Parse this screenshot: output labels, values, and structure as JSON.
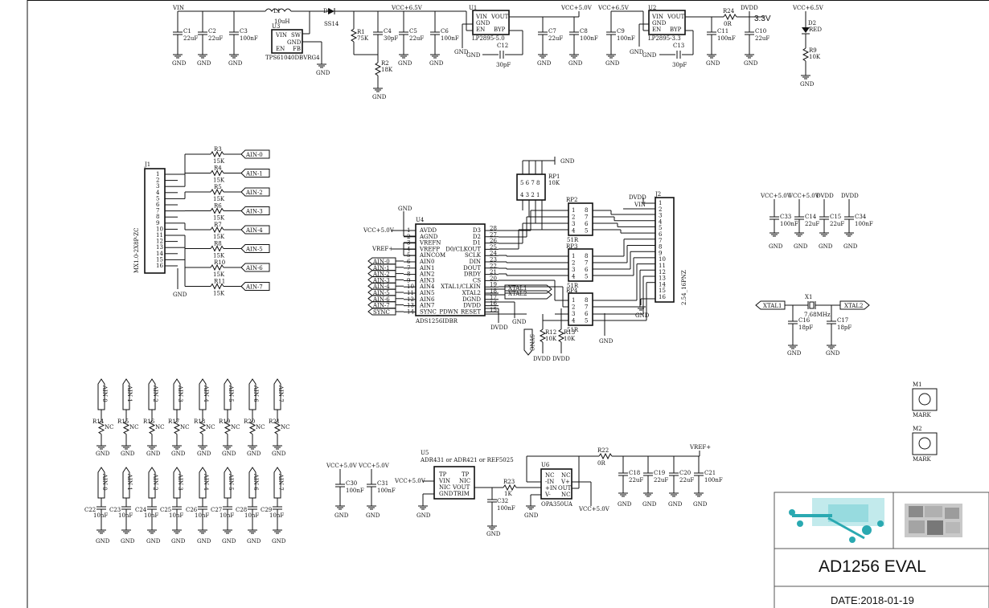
{
  "title_block": {
    "board_name": "AD1256 EVAL",
    "date": "DATE:2018-01-19"
  },
  "power": {
    "vin": "VIN",
    "l1": {
      "ref": "L1",
      "value": "10uH"
    },
    "d1": {
      "ref": "D1",
      "value": "SS14"
    },
    "u3": {
      "ref": "U3",
      "part": "TPS61040DBVRG4",
      "pins": [
        "VIN",
        "SW",
        "GND",
        "EN",
        "FB"
      ]
    },
    "caps": [
      {
        "ref": "C1",
        "value": "22uF"
      },
      {
        "ref": "C2",
        "value": "22uF"
      },
      {
        "ref": "C3",
        "value": "100nF"
      },
      {
        "ref": "C4",
        "value": "30pF"
      },
      {
        "ref": "C5",
        "value": "22uF"
      },
      {
        "ref": "C6",
        "value": "100nF"
      },
      {
        "ref": "C7",
        "value": "22uF"
      },
      {
        "ref": "C8",
        "value": "100nF"
      },
      {
        "ref": "C9",
        "value": "100nF"
      },
      {
        "ref": "C11",
        "value": "100nF"
      },
      {
        "ref": "C10",
        "value": "22uF"
      }
    ],
    "r1": {
      "ref": "R1",
      "value": "75K"
    },
    "r2": {
      "ref": "R2",
      "value": "18K"
    },
    "vcc65": "VCC+6.5V",
    "vcc50": "VCC+5.0V",
    "u1": {
      "ref": "U1",
      "part": "LP2895-5.0",
      "pins": [
        "VIN",
        "VOUT",
        "GND",
        "EN",
        "BYP"
      ]
    },
    "u2": {
      "ref": "U2",
      "part": "LP2895-3.3",
      "pins": [
        "VIN",
        "VOUT",
        "GND",
        "EN",
        "BYP"
      ]
    },
    "c12": {
      "ref": "C12",
      "value": "30pF"
    },
    "c13": {
      "ref": "C13",
      "value": "30pF"
    },
    "r24": {
      "ref": "R24",
      "value": "0R"
    },
    "dvdd": "DVDD",
    "v33": "3.3V",
    "d2": {
      "ref": "D2",
      "value": "RED"
    },
    "r9": {
      "ref": "R9",
      "value": "10K"
    },
    "gnd": "GND"
  },
  "j1": {
    "ref": "J1",
    "part": "MX1.0-2X8P-ZC",
    "pins": [
      "1",
      "2",
      "3",
      "4",
      "5",
      "6",
      "7",
      "8",
      "9",
      "10",
      "11",
      "12",
      "13",
      "14",
      "15",
      "16"
    ],
    "resistors": [
      {
        "ref": "R3",
        "value": "15K",
        "net": "AIN-0"
      },
      {
        "ref": "R4",
        "value": "15K",
        "net": "AIN-1"
      },
      {
        "ref": "R5",
        "value": "15K",
        "net": "AIN-2"
      },
      {
        "ref": "R6",
        "value": "15K",
        "net": "AIN-3"
      },
      {
        "ref": "R7",
        "value": "15K",
        "net": "AIN-4"
      },
      {
        "ref": "R8",
        "value": "15K",
        "net": "AIN-5"
      },
      {
        "ref": "R10",
        "value": "15K",
        "net": "AIN-6"
      },
      {
        "ref": "R11",
        "value": "15K",
        "net": "AIN-7"
      }
    ]
  },
  "u4": {
    "ref": "U4",
    "part": "ADS1256IDBR",
    "left_pins": [
      {
        "n": "1",
        "name": "AVDD"
      },
      {
        "n": "2",
        "name": "AGND"
      },
      {
        "n": "3",
        "name": "VREFN"
      },
      {
        "n": "4",
        "name": "VREFP"
      },
      {
        "n": "5",
        "name": "AINCOM"
      },
      {
        "n": "6",
        "name": "AIN0"
      },
      {
        "n": "7",
        "name": "AIN1"
      },
      {
        "n": "8",
        "name": "AIN2"
      },
      {
        "n": "9",
        "name": "AIN3"
      },
      {
        "n": "10",
        "name": "AIN4"
      },
      {
        "n": "11",
        "name": "AIN5"
      },
      {
        "n": "12",
        "name": "AIN6"
      },
      {
        "n": "13",
        "name": "AIN7"
      },
      {
        "n": "14",
        "name": "SYNC_PDWN"
      }
    ],
    "right_pins": [
      {
        "n": "28",
        "name": "D3"
      },
      {
        "n": "27",
        "name": "D2"
      },
      {
        "n": "26",
        "name": "D1"
      },
      {
        "n": "25",
        "name": "D0/CLKOUT"
      },
      {
        "n": "24",
        "name": "SCLK"
      },
      {
        "n": "23",
        "name": "DIN"
      },
      {
        "n": "22",
        "name": "DOUT"
      },
      {
        "n": "21",
        "name": "DRDY"
      },
      {
        "n": "20",
        "name": "CS"
      },
      {
        "n": "19",
        "name": "XTAL1/CLKIN"
      },
      {
        "n": "18",
        "name": "XTAL2"
      },
      {
        "n": "17",
        "name": "DGND"
      },
      {
        "n": "16",
        "name": "DVDD"
      },
      {
        "n": "15",
        "name": "RESET"
      }
    ],
    "ain_nets": [
      "AIN-0",
      "AIN-1",
      "AIN-2",
      "AIN-3",
      "AIN-4",
      "AIN-5",
      "AIN-6",
      "AIN-7"
    ],
    "sync_net": "SYNC",
    "vref_net": "VREF+",
    "xtal1": "XTAL1",
    "xtal2": "XTAL2"
  },
  "rp": {
    "rp1": {
      "ref": "RP1",
      "value": "10K"
    },
    "rp2": {
      "ref": "RP2",
      "value": "51R"
    },
    "rp3": {
      "ref": "RP3",
      "value": "51R"
    },
    "rp4": {
      "ref": "RP4",
      "value": "51R"
    },
    "r12": {
      "ref": "R12",
      "value": "10K"
    },
    "r13": {
      "ref": "R13",
      "value": "10K"
    },
    "sync_net": "SYNC"
  },
  "j2": {
    "ref": "J2",
    "part": "2.54_16PNZ",
    "pins": [
      "1",
      "2",
      "3",
      "4",
      "5",
      "6",
      "7",
      "8",
      "9",
      "10",
      "11",
      "12",
      "13",
      "14",
      "15",
      "16"
    ],
    "nets": [
      "DVDD",
      "VIN"
    ]
  },
  "decoupling": {
    "labels": [
      "VCC+5.0V",
      "VCC+5.0V",
      "DVDD",
      "DVDD"
    ],
    "caps": [
      {
        "ref": "C33",
        "value": "100nF"
      },
      {
        "ref": "C14",
        "value": "22uF"
      },
      {
        "ref": "C15",
        "value": "22uF"
      },
      {
        "ref": "C34",
        "value": "100nF"
      }
    ]
  },
  "crystal": {
    "ref": "X1",
    "value": "7.68MHz",
    "c16": {
      "ref": "C16",
      "value": "18pF"
    },
    "c17": {
      "ref": "C17",
      "value": "18pF"
    }
  },
  "mark": [
    {
      "ref": "M1",
      "label": "MARK"
    },
    {
      "ref": "M2",
      "label": "MARK"
    }
  ],
  "ain_nc": {
    "nets": [
      "AIN-0",
      "AIN-1",
      "AIN-2",
      "AIN-3",
      "AIN-4",
      "AIN-5",
      "AIN-6",
      "AIN-7"
    ],
    "resistors": [
      "R14",
      "R15",
      "R16",
      "R17",
      "R18",
      "R19",
      "R20",
      "R21"
    ],
    "r_value": "NC",
    "caps": [
      "C22",
      "C23",
      "C24",
      "C25",
      "C26",
      "C27",
      "C28",
      "C29"
    ],
    "c_value": "10nF"
  },
  "vref": {
    "u5": {
      "ref": "U5",
      "note": "ADR431 or ADR421 or REF5025",
      "pins": [
        "TP",
        "TP",
        "VIN",
        "NIC",
        "NIC",
        "VOUT",
        "GND",
        "TRIM"
      ]
    },
    "u6": {
      "ref": "U6",
      "part": "OPA350UA",
      "pins": [
        "NC",
        "NC",
        "-IN",
        "V+",
        "+IN",
        "OUT",
        "V-",
        "NC"
      ]
    },
    "c30": {
      "ref": "C30",
      "value": "100nF"
    },
    "c31": {
      "ref": "C31",
      "value": "100nF"
    },
    "c32": {
      "ref": "C32",
      "value": "100nF"
    },
    "r23": {
      "ref": "R23",
      "value": "1K"
    },
    "r22": {
      "ref": "R22",
      "value": "0R"
    },
    "c18": {
      "ref": "C18",
      "value": "22uF"
    },
    "c19": {
      "ref": "C19",
      "value": "22uF"
    },
    "c20": {
      "ref": "C20",
      "value": "22uF"
    },
    "c21": {
      "ref": "C21",
      "value": "100nF"
    },
    "vref_plus": "VREF+",
    "vcc50": "VCC+5.0V"
  }
}
